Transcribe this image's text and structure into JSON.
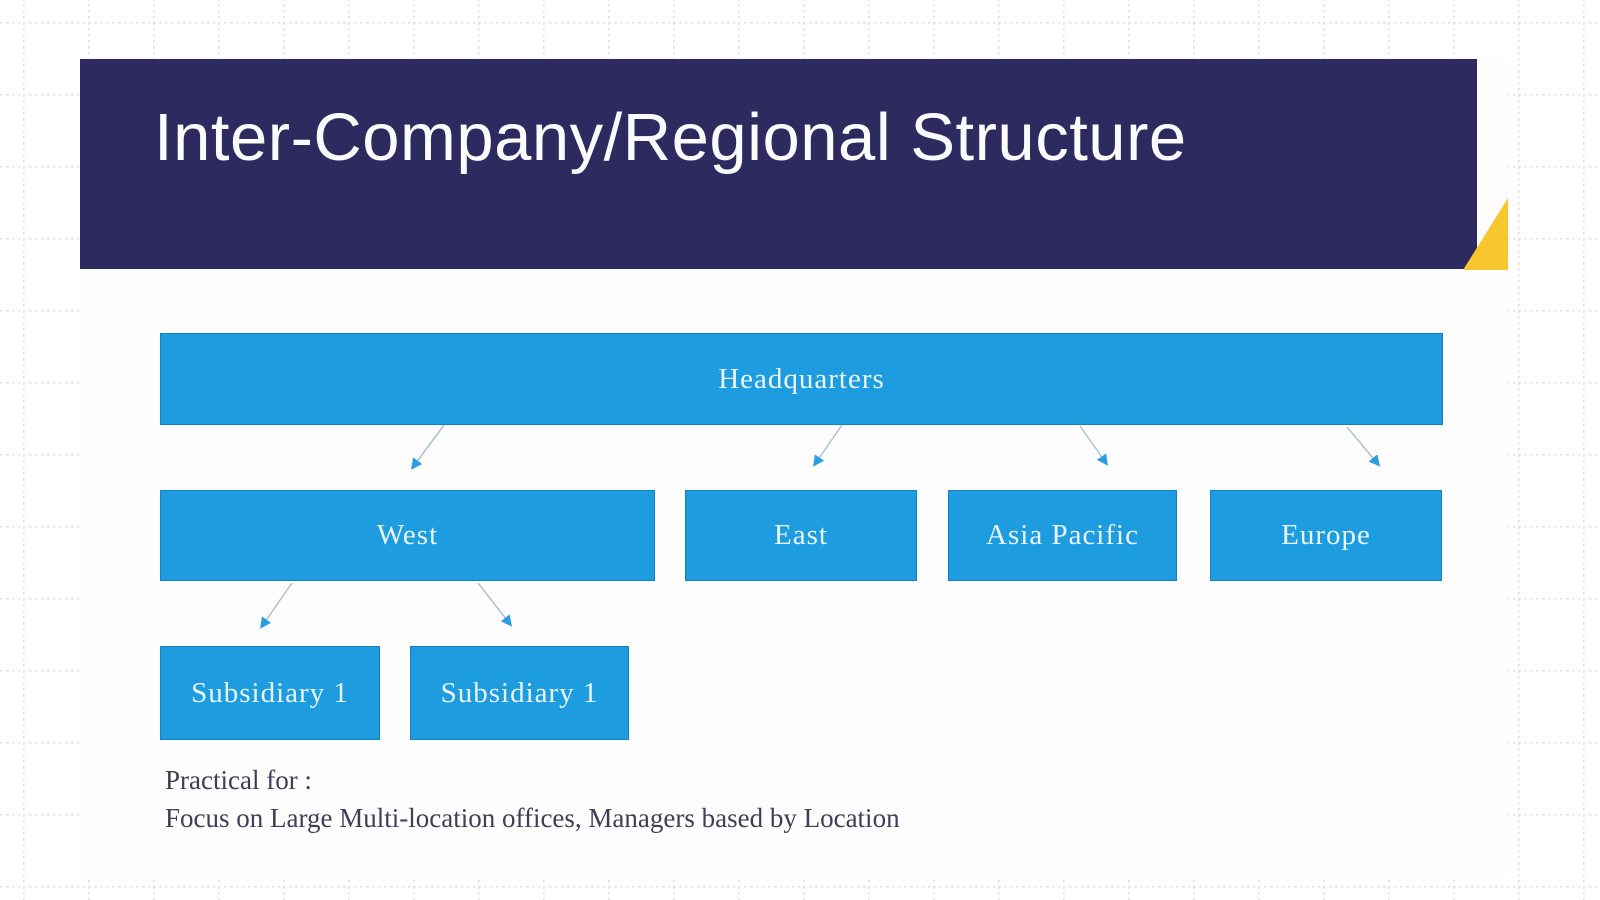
{
  "slide": {
    "title": "Inter-Company/Regional Structure",
    "org_chart": {
      "root": "Headquarters",
      "regions": [
        "West",
        "East",
        "Asia Pacific",
        "Europe"
      ],
      "west_subsidiaries": [
        "Subsidiary 1",
        "Subsidiary 1"
      ]
    },
    "notes": {
      "line1": "Practical for :",
      "line2": "Focus on Large Multi-location offices, Managers based by Location"
    },
    "colors": {
      "banner_navy": "#2d2a60",
      "node_blue": "#1d9ce0",
      "corner_accent_yellow": "#f9c62e",
      "node_text": "#eaf5fd",
      "note_text": "#3e3e57",
      "connector_line": "#b0bfd2",
      "arrowhead_blue": "#2b9ee2",
      "grid_dot": "#dedee5"
    }
  }
}
